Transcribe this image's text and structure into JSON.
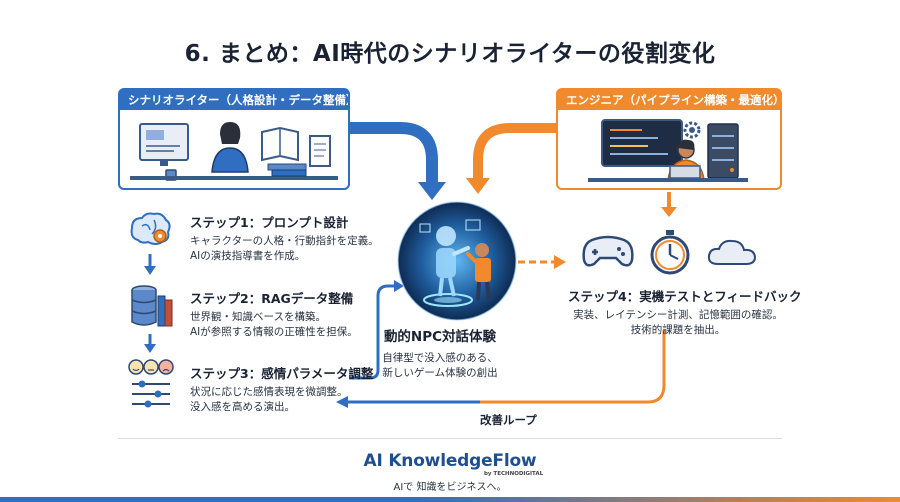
{
  "title": "6. まとめ：AI時代のシナリオライターの役割変化",
  "scenario_writer": {
    "label": "シナリオライター（人格設計・データ整備）"
  },
  "engineer": {
    "label": "エンジニア（パイプライン構築・最適化）"
  },
  "steps": [
    {
      "title": "ステップ1：プロンプト設計",
      "lines": [
        "キャラクターの人格・行動指針を定義。",
        "AIの演技指導書を作成。"
      ]
    },
    {
      "title": "ステップ2：RAGデータ整備",
      "lines": [
        "世界観・知識ベースを構築。",
        "AIが参照する情報の正確性を担保。"
      ]
    },
    {
      "title": "ステップ3：感情パラメータ調整",
      "lines": [
        "状況に応じた感情表現を微調整。",
        "没入感を高める演出。"
      ]
    }
  ],
  "center": {
    "title": "動的NPC対話体験",
    "lines": [
      "自律型で没入感のある、",
      "新しいゲーム体験の創出"
    ]
  },
  "step4": {
    "title": "ステップ4：実機テストとフィードバック",
    "lines": [
      "実装、レイテンシー計測、記憶範囲の確認。",
      "技術的課題を抽出。"
    ]
  },
  "loop_label": "改善ループ",
  "footer": {
    "brand": "AI KnowledgeFlow",
    "brand_sub": "by TECHNODIGITAL",
    "tagline": "AIで 知識をビジネスへ。"
  },
  "colors": {
    "blue": "#2f6ec0",
    "orange": "#f08a2c",
    "title": "#1a2333"
  }
}
